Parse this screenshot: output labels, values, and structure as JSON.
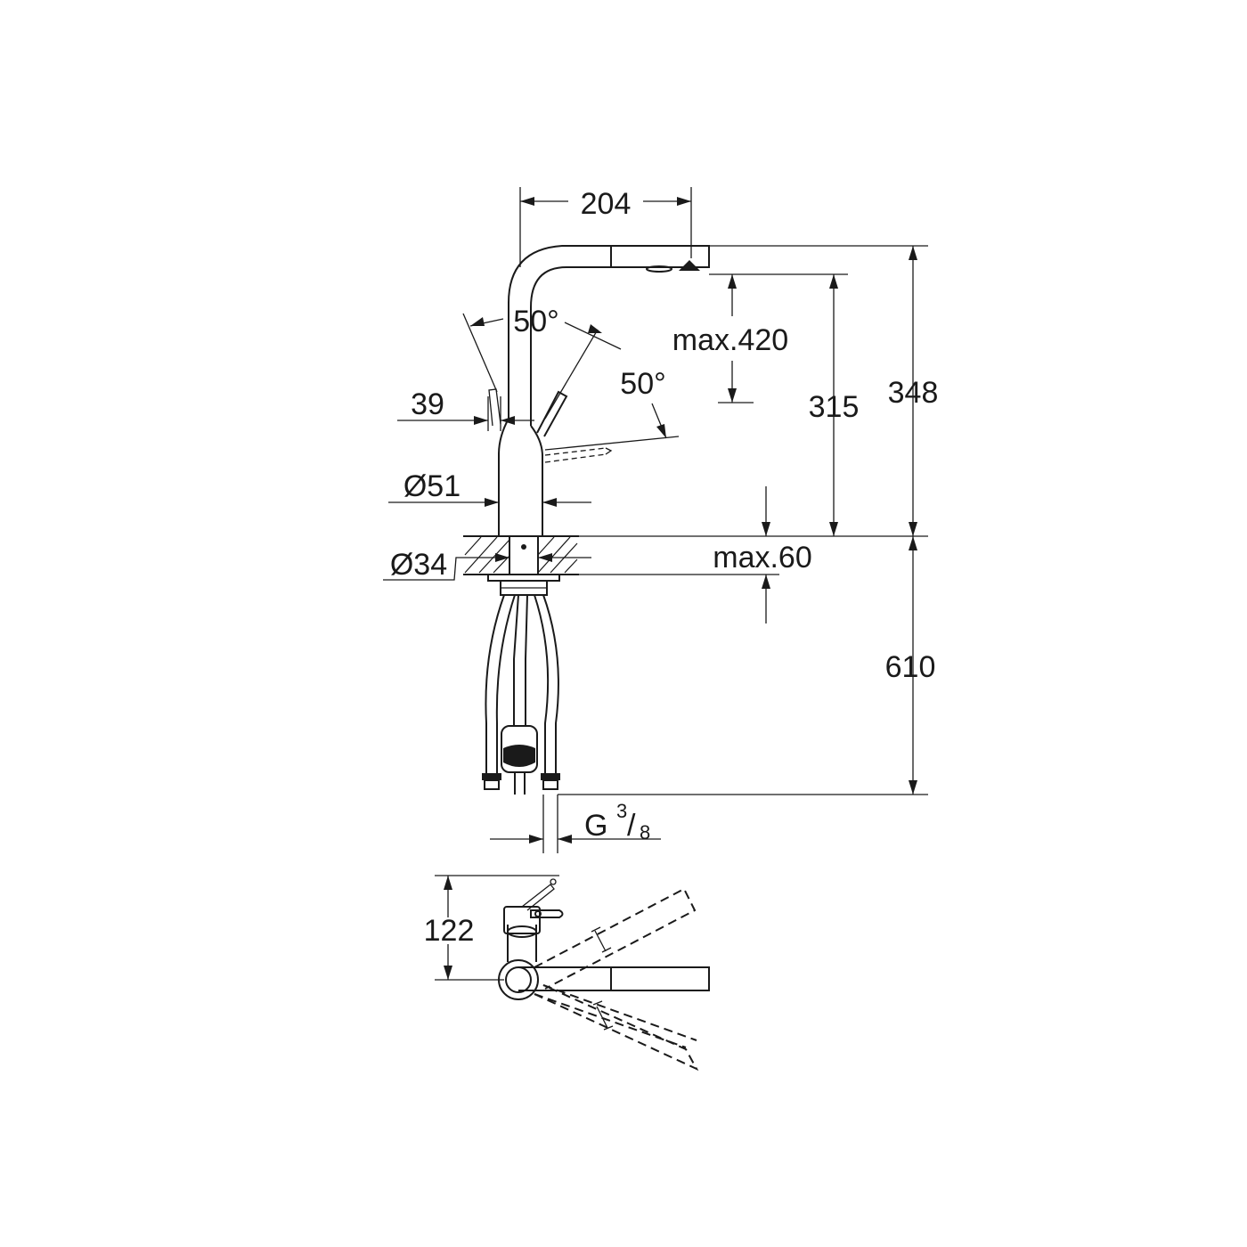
{
  "dimensions": {
    "spout_reach": "204",
    "total_height": "348",
    "spout_height": "315",
    "max_pullout": "max.420",
    "angle_top": "50°",
    "angle_side": "50°",
    "lever_offset": "39",
    "body_diameter": "Ø51",
    "hole_diameter": "Ø34",
    "max_deck_thickness": "max.60",
    "hose_length": "610",
    "connection_thread_main": "G",
    "connection_thread_num": "3",
    "connection_thread_den": "8",
    "top_view_depth": "122"
  },
  "colors": {
    "line": "#1a1a1a",
    "background": "#ffffff"
  }
}
